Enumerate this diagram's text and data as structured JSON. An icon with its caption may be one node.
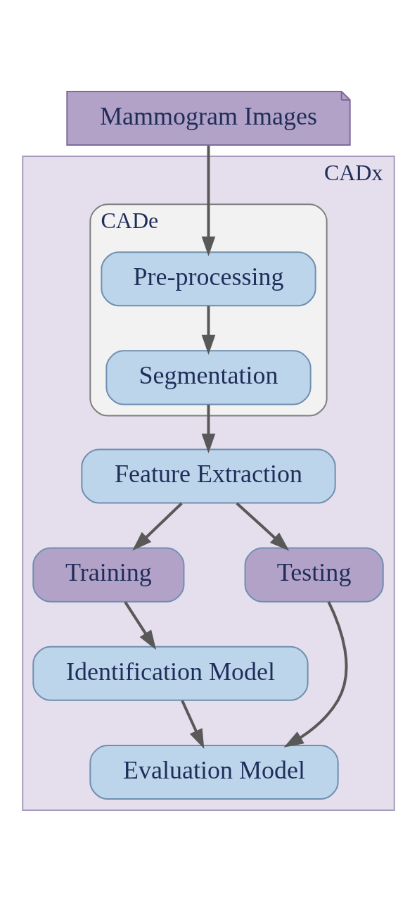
{
  "diagram": {
    "nodes": [
      {
        "text": [
          "Mammogram Images"
        ]
      },
      {
        "text": [
          "CADx"
        ]
      },
      {
        "text": [
          "CADe"
        ],
        "in": 1
      },
      {
        "text": [
          "Pre-processing"
        ],
        "in": 2
      },
      {
        "text": [
          "Segmentation"
        ],
        "in": 2
      },
      {
        "text": [
          "Feature Extraction"
        ],
        "in": 1
      },
      {
        "text": [
          "Training"
        ],
        "in": 1
      },
      {
        "text": [
          "Testing"
        ],
        "in": 1
      },
      {
        "text": [
          "Identification Model"
        ],
        "in": 1
      },
      {
        "text": [
          "Evaluation Model"
        ],
        "in": 1
      }
    ],
    "edges": [
      {
        "from": 0,
        "to": 3,
        "arrow": "to"
      },
      {
        "from": 3,
        "to": 4,
        "arrow": "to"
      },
      {
        "from": 4,
        "to": 5,
        "arrow": "to"
      },
      {
        "from": 5,
        "to": 6,
        "arrow": "to"
      },
      {
        "from": 5,
        "to": 7,
        "arrow": "to"
      },
      {
        "from": 6,
        "to": 8,
        "arrow": "to"
      },
      {
        "from": 8,
        "to": 9,
        "arrow": "to"
      },
      {
        "from": 7,
        "to": 9,
        "arrow": "to"
      }
    ]
  }
}
